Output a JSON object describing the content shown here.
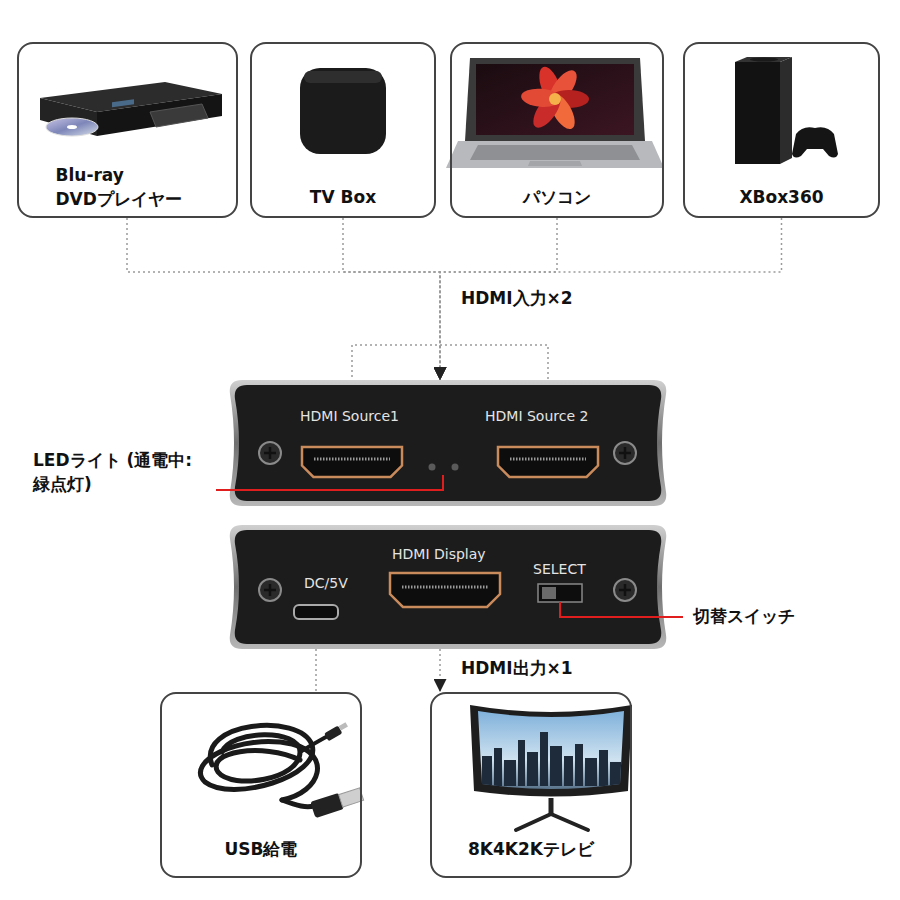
{
  "diagram": {
    "nodes": [
      {
        "text": [
          "Blu-ray DVDプレイヤー"
        ]
      },
      {
        "text": [
          "TV Box"
        ]
      },
      {
        "text": [
          "パソコン"
        ]
      },
      {
        "text": [
          "XBox360"
        ]
      },
      {
        "text": [
          "HDMI Source1",
          "HDMI Source 2"
        ]
      },
      {
        "text": [
          "DC/5V",
          "HDMI Display",
          "SELECT"
        ]
      },
      {
        "text": [
          "USB給電"
        ]
      },
      {
        "text": [
          "8K4K2Kテレビ"
        ]
      }
    ],
    "edges": [
      {
        "from": 0,
        "to": 4,
        "arrow": "to",
        "label": "HDMI入力×2"
      },
      {
        "from": 1,
        "to": 4,
        "arrow": "to"
      },
      {
        "from": 2,
        "to": 4,
        "arrow": "to"
      },
      {
        "from": 3,
        "to": 4,
        "arrow": "to"
      },
      {
        "from": 5,
        "to": 6,
        "arrow": "none"
      },
      {
        "from": 5,
        "to": 7,
        "arrow": "to",
        "label": "HDMI出力×1"
      }
    ],
    "labels": [
      "LEDライト (通電中:緑点灯)",
      "切替スイッチ"
    ]
  }
}
